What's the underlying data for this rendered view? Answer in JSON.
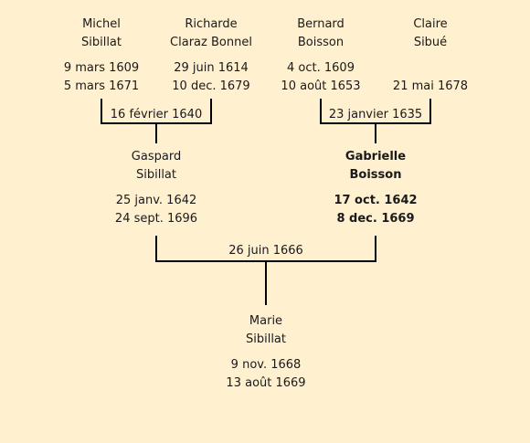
{
  "generation_1": [
    {
      "first_name": "Michel",
      "last_name": "Sibillat",
      "birth": "9 mars 1609",
      "death": "5 mars 1671"
    },
    {
      "first_name": "Richarde",
      "last_name": "Claraz Bonnel",
      "birth": "29 juin 1614",
      "death": "10 dec. 1679"
    },
    {
      "first_name": "Bernard",
      "last_name": "Boisson",
      "birth": "4 oct. 1609",
      "death": "10 août 1653"
    },
    {
      "first_name": "Claire",
      "last_name": "Sibué",
      "birth": "",
      "death": "21 mai 1678"
    }
  ],
  "generation_2": [
    {
      "first_name": "Gaspard",
      "last_name": "Sibillat",
      "birth": "25 janv. 1642",
      "death": "24 sept. 1696"
    },
    {
      "first_name": "Gabrielle",
      "last_name": "Boisson",
      "birth": "17 oct. 1642",
      "death": "8 dec. 1669",
      "highlighted": true
    }
  ],
  "generation_3": [
    {
      "first_name": "Marie",
      "last_name": "Sibillat",
      "birth": "9 nov. 1668",
      "death": "13 août 1669"
    }
  ],
  "marriages": {
    "left_parents": "16 février 1640",
    "right_parents": "23 janvier 1635",
    "main": "26 juin 1666"
  }
}
